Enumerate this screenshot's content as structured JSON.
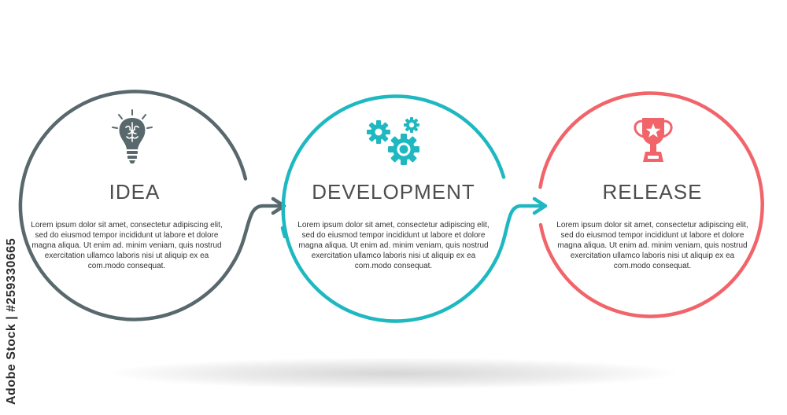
{
  "steps": [
    {
      "title": "IDEA",
      "body": "Lorem ipsum dolor sit amet, consectetur adipiscing elit, sed do eiusmod tempor incididunt ut labore et dolore magna aliqua. Ut enim ad. minim veniam, quis nostrud exercitation ullamco laboris nisi ut aliquip ex ea com.modo consequat.",
      "color": "#58686c",
      "icon": "lightbulb-brain-icon"
    },
    {
      "title": "DEVELOPMENT",
      "body": "Lorem ipsum dolor sit amet, consectetur adipiscing elit, sed do eiusmod tempor incididunt ut labore et dolore magna aliqua. Ut enim ad. minim veniam, quis nostrud exercitation ullamco laboris nisi ut aliquip ex ea com.modo consequat.",
      "color": "#1fb8c1",
      "icon": "gears-icon"
    },
    {
      "title": "RELEASE",
      "body": "Lorem ipsum dolor sit amet, consectetur adipiscing elit, sed do eiusmod tempor incididunt ut labore et dolore magna aliqua. Ut enim ad. minim veniam, quis nostrud exercitation ullamco laboris nisi ut aliquip ex ea com.modo consequat.",
      "color": "#f0646a",
      "icon": "trophy-icon"
    }
  ],
  "watermark": "Adobe Stock | #259330665"
}
